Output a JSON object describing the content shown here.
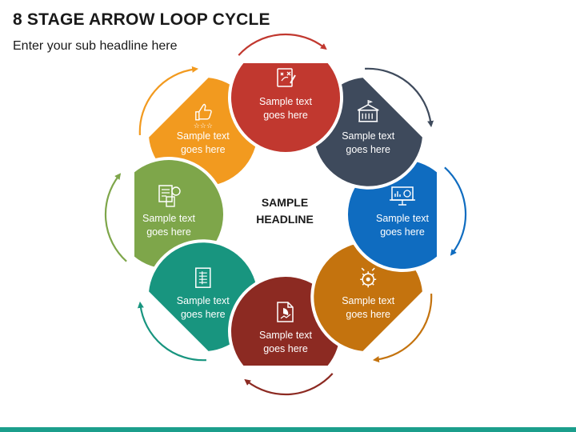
{
  "title": "8 STAGE ARROW LOOP CYCLE",
  "subtitle": "Enter your sub headline here",
  "center": {
    "line1": "SAMPLE",
    "line2": "HEADLINE"
  },
  "stages": [
    {
      "line1": "Sample text",
      "line2": "goes here",
      "color": "#c1382f",
      "icon": "strategy-board-icon"
    },
    {
      "line1": "Sample text",
      "line2": "goes here",
      "color": "#3e4a5c",
      "icon": "government-building-icon"
    },
    {
      "line1": "Sample text",
      "line2": "goes here",
      "color": "#0f6cc0",
      "icon": "presentation-screen-icon"
    },
    {
      "line1": "Sample text",
      "line2": "goes here",
      "color": "#c4730e",
      "icon": "gear-settings-icon"
    },
    {
      "line1": "Sample text",
      "line2": "goes here",
      "color": "#8c2a22",
      "icon": "report-chart-icon"
    },
    {
      "line1": "Sample text",
      "line2": "goes here",
      "color": "#18957f",
      "icon": "spreadsheet-document-icon"
    },
    {
      "line1": "Sample text",
      "line2": "goes here",
      "color": "#7ea64a",
      "icon": "invoice-calculator-icon"
    },
    {
      "line1": "Sample text",
      "line2": "goes here",
      "color": "#f29a1f",
      "icon": "thumbs-up-rating-icon"
    }
  ]
}
